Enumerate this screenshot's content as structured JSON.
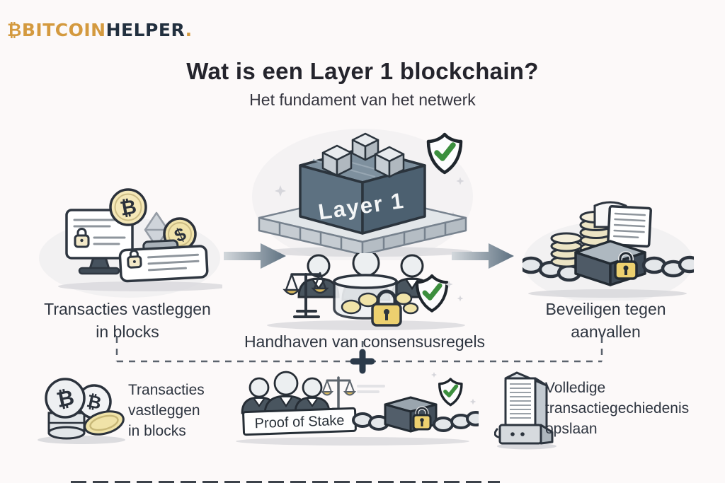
{
  "brand": {
    "symbol": "₿",
    "gold_text": "BITCOIN",
    "dark_text": "HELPER",
    "dot": "."
  },
  "header": {
    "title": "Wat is een Layer 1 blockchain?",
    "subtitle": "Het fundament van het netwerk"
  },
  "diagram": {
    "layer_box_label": "Layer 1",
    "left_step": {
      "line1": "Transacties vastleggen",
      "line2": "in blocks"
    },
    "center_step": {
      "label": "Handhaven van consensusregels"
    },
    "right_step": {
      "line1": "Beveiligen tegen",
      "line2": "aanvallen"
    },
    "plus": "+"
  },
  "bottom_row": {
    "left": {
      "line1": "Transacties",
      "line2": "vastleggen",
      "line3": "in blocks"
    },
    "center": {
      "banner": "Proof of Stake"
    },
    "right": {
      "line1": "Volledige",
      "line2": "transactiegechiedenis",
      "line3": "opslaan"
    }
  },
  "glyphs": {
    "bitcoin": "₿",
    "dollar": "$"
  },
  "colors": {
    "background": "#fcf9f9",
    "brand_gold": "#d49a3f",
    "brand_navy": "#22303f",
    "title_dark": "#24242c",
    "label_dark": "#2e3540",
    "box_slate_left": "#5d7181",
    "box_slate_right": "#4c6070",
    "accent_green": "#3c8f3e",
    "coin_gold": "#f0e3a8",
    "lock_gold": "#ecd06f",
    "arrow_dark": "#5d7080"
  }
}
